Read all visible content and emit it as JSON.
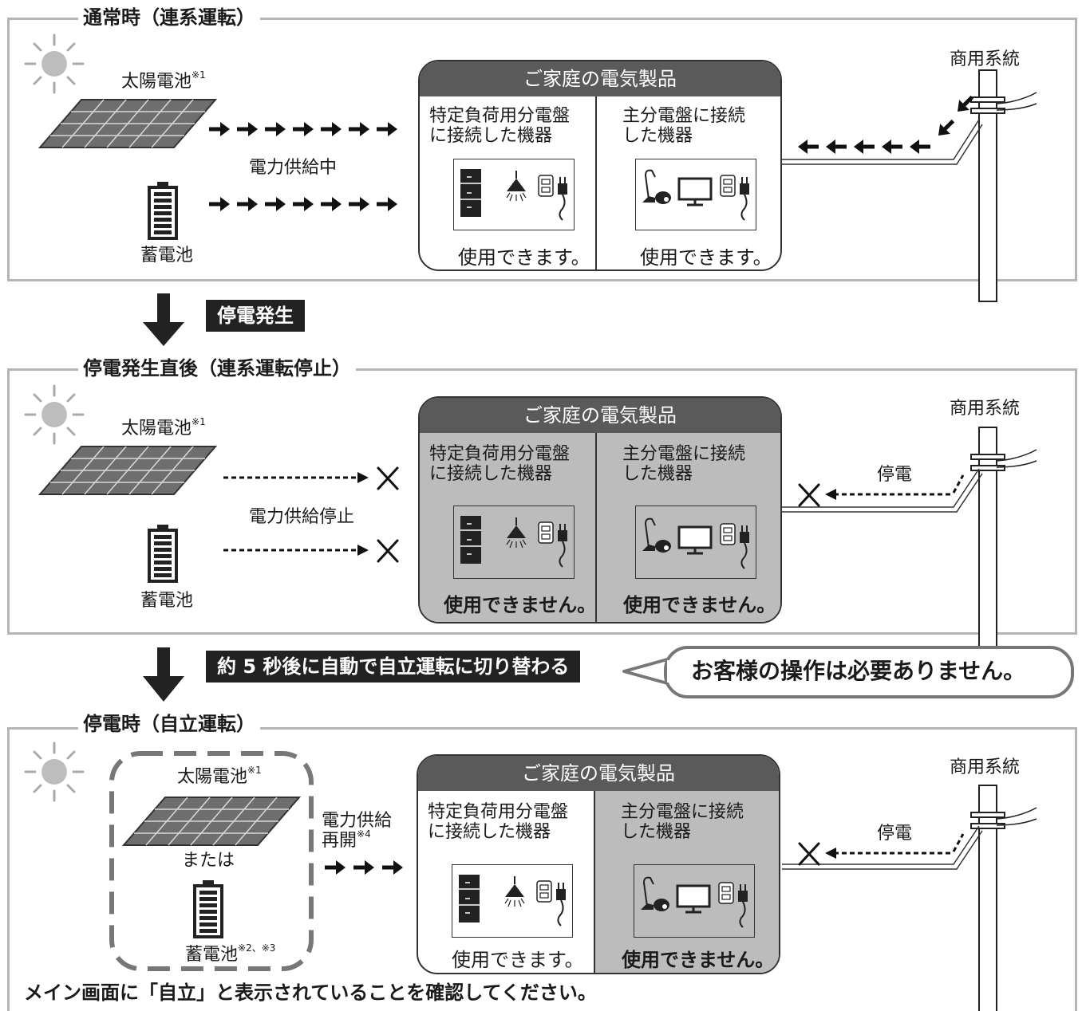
{
  "sections": [
    {
      "title": "通常時（連系運転）",
      "solar_label": "太陽電池",
      "solar_note": "※1",
      "battery_label": "蓄電池",
      "supply_label": "電力供給中",
      "home_title": "ご家庭の電気製品",
      "col1_label_1": "特定負荷用分電盤",
      "col1_label_2": "に接続した機器",
      "col2_label_1": "主分電盤に接続",
      "col2_label_2": "した機器",
      "col1_status": "使用できます。",
      "col2_status": "使用できます。",
      "grid_label": "商用系統"
    },
    {
      "title": "停電発生直後（連系運転停止）",
      "solar_label": "太陽電池",
      "solar_note": "※1",
      "battery_label": "蓄電池",
      "supply_label": "電力供給停止",
      "home_title": "ご家庭の電気製品",
      "col1_label_1": "特定負荷用分電盤",
      "col1_label_2": "に接続した機器",
      "col2_label_1": "主分電盤に接続",
      "col2_label_2": "した機器",
      "col1_status": "使用できません。",
      "col2_status": "使用できません。",
      "grid_label": "商用系統",
      "outage_label": "停電"
    },
    {
      "title": "停電時（自立運転）",
      "solar_label": "太陽電池",
      "solar_note": "※1",
      "or_label": "または",
      "battery_label": "蓄電池",
      "battery_note": "※2、※3",
      "supply_label_1": "電力供給",
      "supply_label_2": "再開",
      "supply_note": "※4",
      "home_title": "ご家庭の電気製品",
      "col1_label_1": "特定負荷用分電盤",
      "col1_label_2": "に接続した機器",
      "col2_label_1": "主分電盤に接続",
      "col2_label_2": "した機器",
      "col1_status": "使用できます。",
      "col2_status": "使用できません。",
      "grid_label": "商用系統",
      "outage_label": "停電"
    }
  ],
  "transition1_label": "停電発生",
  "transition2_label": "約 5 秒後に自動で自立運転に切り替わる",
  "bubble_text": "お客様の操作は必要ありません。",
  "footer_text": "メイン画面に「自立」と表示されていることを確認してください。",
  "colors": {
    "panel_border": "#b5b5b5",
    "home_header": "#5a5a5a",
    "unavailable_gray": "#bcbcbc",
    "dark": "#222222"
  }
}
